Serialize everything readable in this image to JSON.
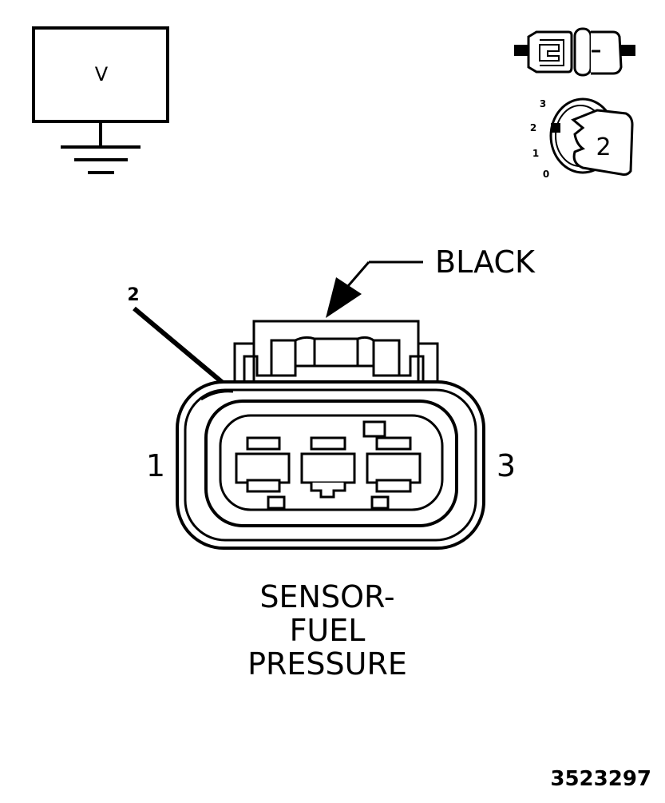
{
  "meter": {
    "label": "V"
  },
  "connector_icon": {},
  "key_icon": {
    "positions": [
      "3",
      "2",
      "1",
      "0"
    ],
    "active": "2"
  },
  "callouts": {
    "color": "BLACK",
    "pin_pointer": "2"
  },
  "pins": {
    "left": "1",
    "right": "3"
  },
  "component": {
    "line1": "SENSOR-",
    "line2": "FUEL",
    "line3": "PRESSURE"
  },
  "figure_number": "3523297"
}
